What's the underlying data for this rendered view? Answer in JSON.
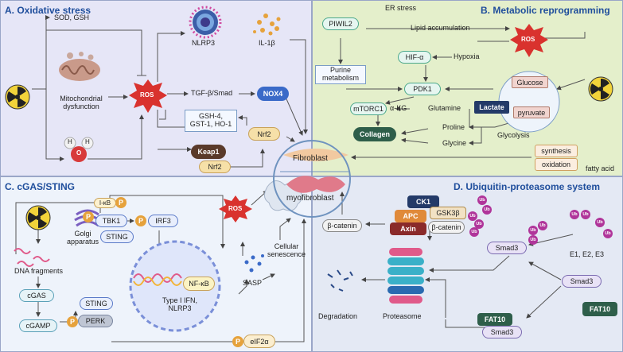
{
  "panelA": {
    "title": "A. Oxidative stress",
    "sod_gsh": "SOD, GSH",
    "mito": "Mitochondrial\ndysfunction",
    "ros": "ROS",
    "nlrp3": "NLRP3",
    "il1b": "IL-1β",
    "tgfb": "TGF-β/Smad",
    "nox4": "NOX4",
    "gsh_box": "GSH-4,\nGST-1, HO-1",
    "nrf2a": "Nrf2",
    "keap1": "Keap1",
    "nrf2b": "Nrf2",
    "water_h1": "H",
    "water_h2": "H",
    "water_o": "O"
  },
  "panelB": {
    "title": "B. Metabolic reprogramming",
    "er_stress": "ER stress",
    "piwil2": "PIWIL2",
    "lipid": "Lipid accumulation",
    "ros": "ROS",
    "hif": "HIF-α",
    "hypoxia": "Hypoxia",
    "purine": "Purine\nmetabolism",
    "pdk1": "PDK1",
    "glucose": "Glucose",
    "lactate": "Lactate",
    "pyruvate": "pyruvate",
    "mtorc1": "mTORC1",
    "akg": "α-KG",
    "glutamine": "Glutamine",
    "collagen": "Collagen",
    "proline": "Proline",
    "glycolysis": "Glycolysis",
    "glycine": "Glycine",
    "synthesis": "synthesis",
    "oxidation": "oxidation",
    "fatty_acid": "fatty acid"
  },
  "center": {
    "fibroblast": "Fibroblast",
    "myofibroblast": "myofibroblast"
  },
  "panelC": {
    "title": "C. cGAS/STING",
    "ikb": "I-κB",
    "tbk1": "TBK1",
    "irf3": "IRF3",
    "sting1": "STING",
    "golgi": "Golgi\napparatus",
    "dna_fragments": "DNA fragments",
    "cgas": "cGAS",
    "cgamp": "cGAMP",
    "sting2": "STING",
    "perk": "PERK",
    "nfkb": "NF-κB",
    "type1": "Type I IFN,\nNLRP3",
    "sasp": "SASP",
    "ros": "ROS",
    "senescence": "Cellular\nsenescence",
    "eif2a": "eIF2α",
    "p_label": "P"
  },
  "panelD": {
    "title": "D. Ubiquitin-proteasome system",
    "ck1": "CK1",
    "apc": "APC",
    "gsk3b": "GSK3β",
    "axin": "Axin",
    "bcat_complex": "β-catenin",
    "bcat": "β-catenin",
    "ub": "Ub",
    "smad3a": "Smad3",
    "e123": "E1, E2, E3",
    "smad3b": "Smad3",
    "fat10a": "FAT10",
    "fat10b": "FAT10",
    "smad3c": "Smad3",
    "degradation": "Degradation",
    "proteasome": "Proteasome"
  }
}
